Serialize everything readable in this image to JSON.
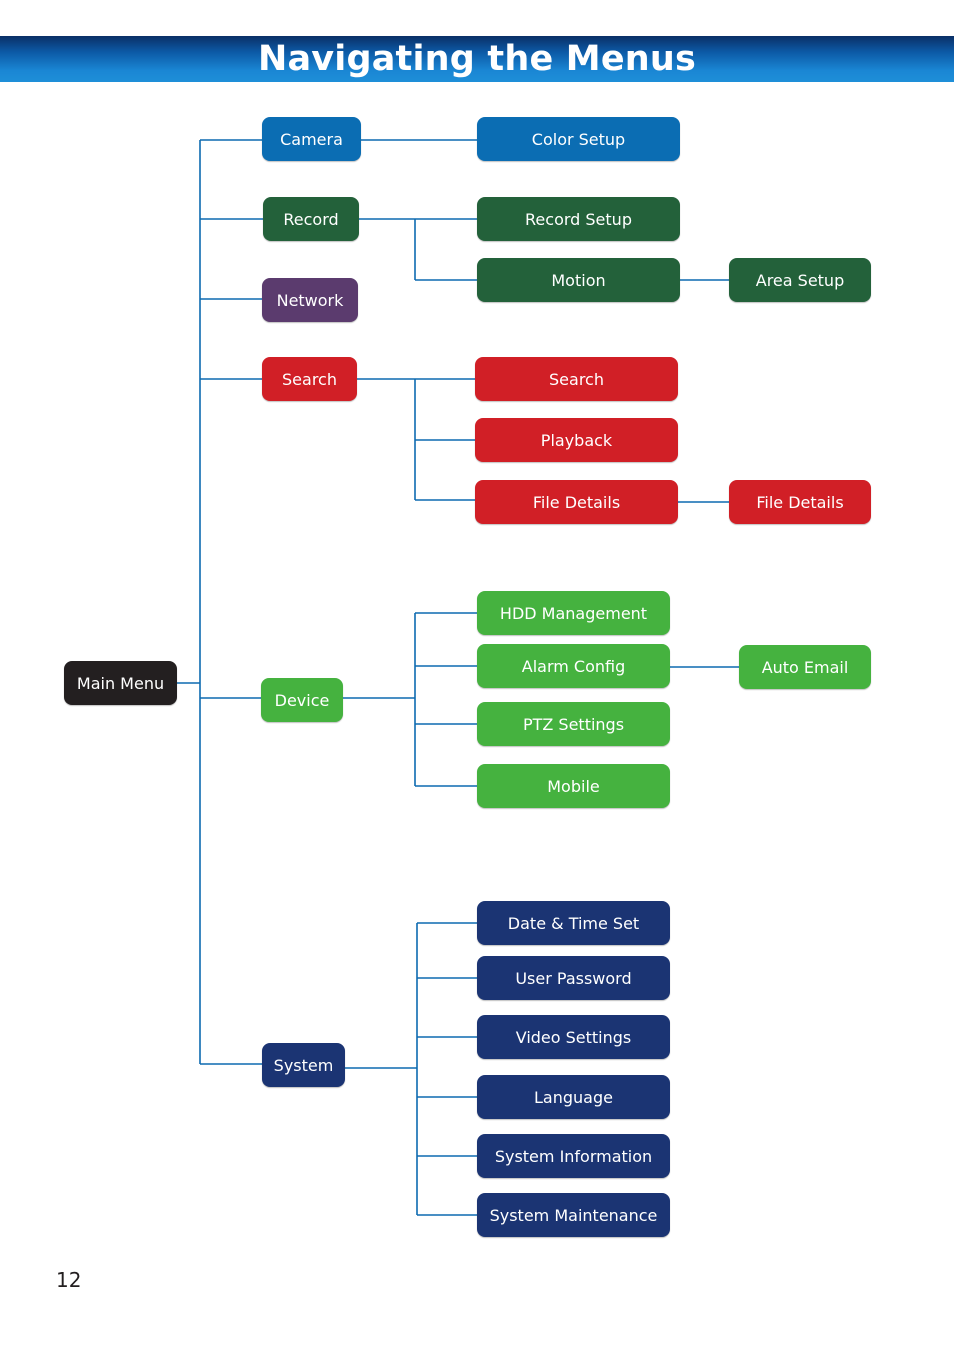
{
  "title": "Navigating the Menus",
  "page_number": "12",
  "colors": {
    "main": "#231f20",
    "camera": "#0b6db3",
    "record": "#23613a",
    "network": "#5b3b6e",
    "search": "#d11f26",
    "device": "#45b23f",
    "system": "#1b3473",
    "line": "#0d6ab0"
  },
  "nodes": {
    "main_menu": "Main Menu",
    "camera": "Camera",
    "color_setup": "Color Setup",
    "record": "Record",
    "record_setup": "Record Setup",
    "motion": "Motion",
    "area_setup": "Area Setup",
    "network": "Network",
    "search": "Search",
    "search_sub": "Search",
    "playback": "Playback",
    "file_details": "File Details",
    "file_details_sub": "File Details",
    "device": "Device",
    "hdd_management": "HDD Management",
    "alarm_config": "Alarm Config",
    "auto_email": "Auto Email",
    "ptz_settings": "PTZ Settings",
    "mobile": "Mobile",
    "system": "System",
    "date_time_set": "Date & Time Set",
    "user_password": "User Password",
    "video_settings": "Video Settings",
    "language": "Language",
    "system_information": "System Information",
    "system_maintenance": "System Maintenance"
  }
}
